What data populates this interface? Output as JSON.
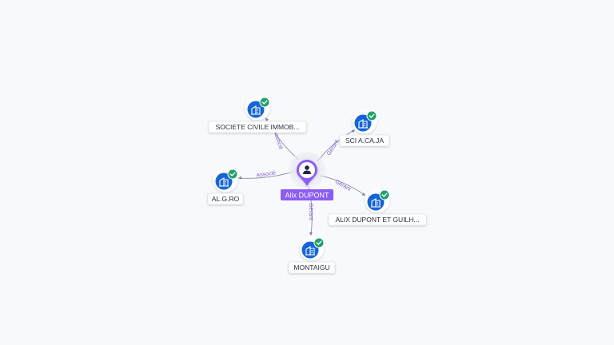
{
  "center": {
    "label": "Alix DUPONT",
    "icon": "person-icon",
    "color": "#8b5cf6"
  },
  "nodes": [
    {
      "id": "societe",
      "label": "SOCIETE CIVILE IMMOB...",
      "icon": "building-icon",
      "verified": true,
      "edge_label": "Associé"
    },
    {
      "id": "scia",
      "label": "SCI A.CA.JA",
      "icon": "building-icon",
      "verified": true,
      "edge_label": "Gérant"
    },
    {
      "id": "algro",
      "label": "AL.G.RO",
      "icon": "building-icon",
      "verified": true,
      "edge_label": "Associé"
    },
    {
      "id": "alix",
      "label": "ALIX DUPONT ET GUILH...",
      "icon": "building-icon",
      "verified": true,
      "edge_label": "Gérant"
    },
    {
      "id": "montaigu",
      "label": "MONTAIGU",
      "icon": "building-icon",
      "verified": true,
      "edge_label": "Gérant"
    }
  ],
  "colors": {
    "company": "#1565d8",
    "verified": "#22a06b",
    "edge_text": "#7d63d6"
  }
}
